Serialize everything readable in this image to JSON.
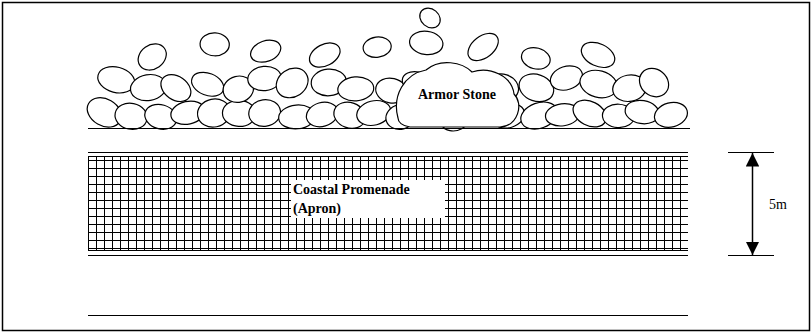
{
  "diagram": {
    "nodes": [
      {
        "text": [
          "Coastal Promenade (Apron)"
        ]
      }
    ],
    "labels": [
      "Armor Stone",
      "5m"
    ]
  }
}
